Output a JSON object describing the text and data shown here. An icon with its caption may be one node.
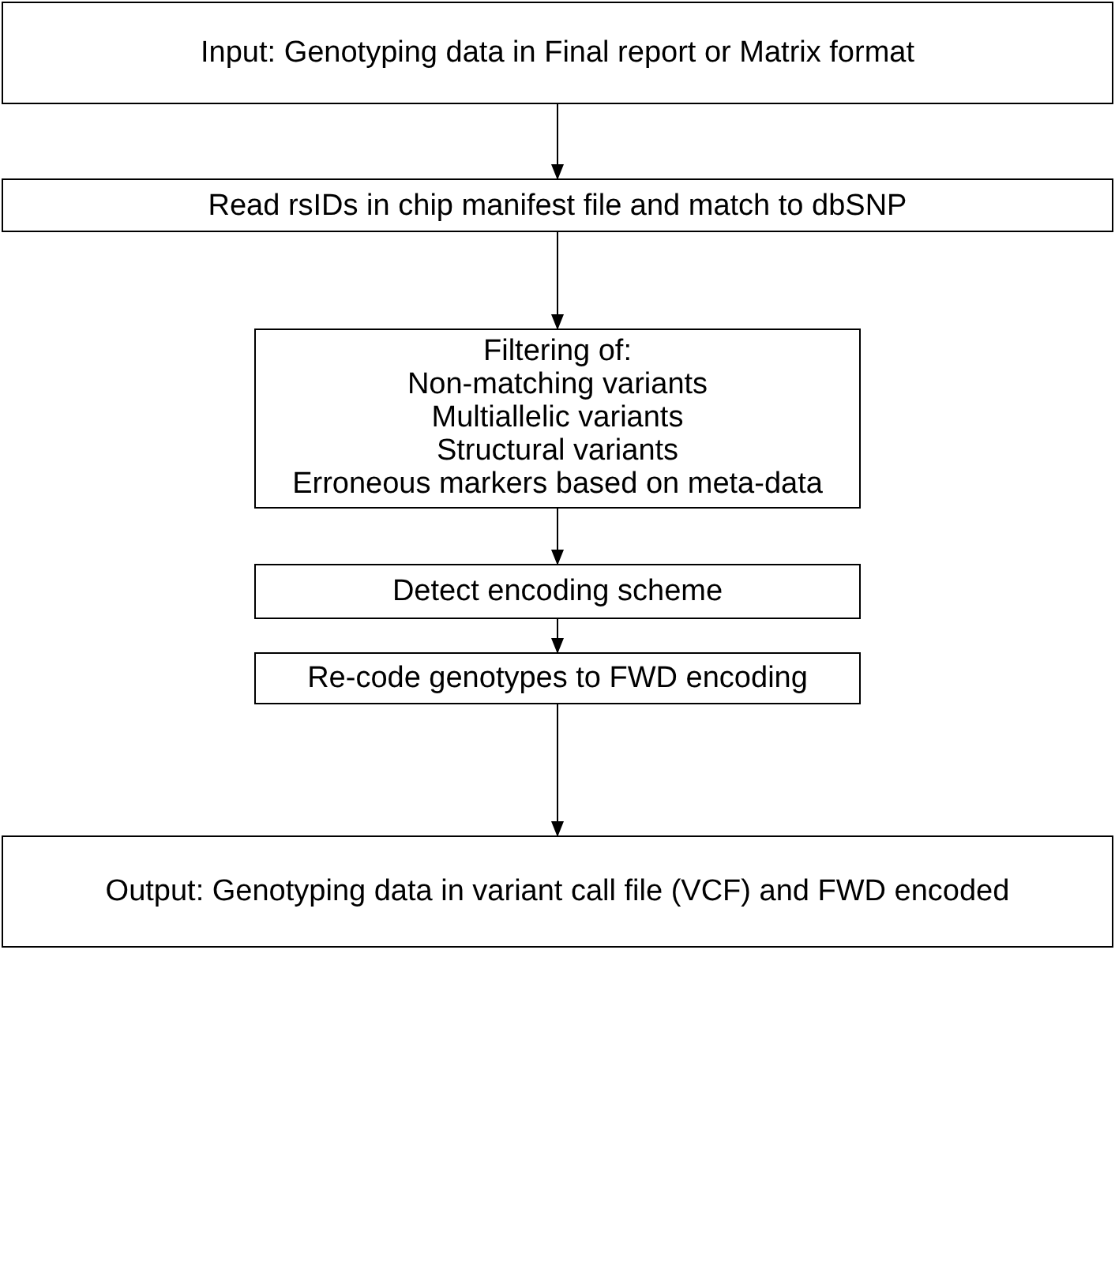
{
  "diagram": {
    "nodes": [
      {
        "text": [
          "Input: Genotyping data in Final report or Matrix format"
        ]
      },
      {
        "text": [
          "Read rsIDs in chip manifest file and match to dbSNP"
        ]
      },
      {
        "text": [
          "Filtering of:",
          "Non-matching variants",
          "Multiallelic variants",
          "Structural variants",
          "Erroneous markers based on meta-data"
        ]
      },
      {
        "text": [
          "Detect encoding scheme"
        ]
      },
      {
        "text": [
          "Re-code genotypes to FWD encoding"
        ]
      },
      {
        "text": [
          "Output: Genotyping data in variant call file (VCF) and FWD encoded"
        ]
      }
    ],
    "edges": [
      {
        "from": 0,
        "to": 1,
        "arrow": "to"
      },
      {
        "from": 1,
        "to": 2,
        "arrow": "to"
      },
      {
        "from": 2,
        "to": 3,
        "arrow": "to"
      },
      {
        "from": 3,
        "to": 4,
        "arrow": "to"
      },
      {
        "from": 4,
        "to": 5,
        "arrow": "to"
      }
    ]
  }
}
